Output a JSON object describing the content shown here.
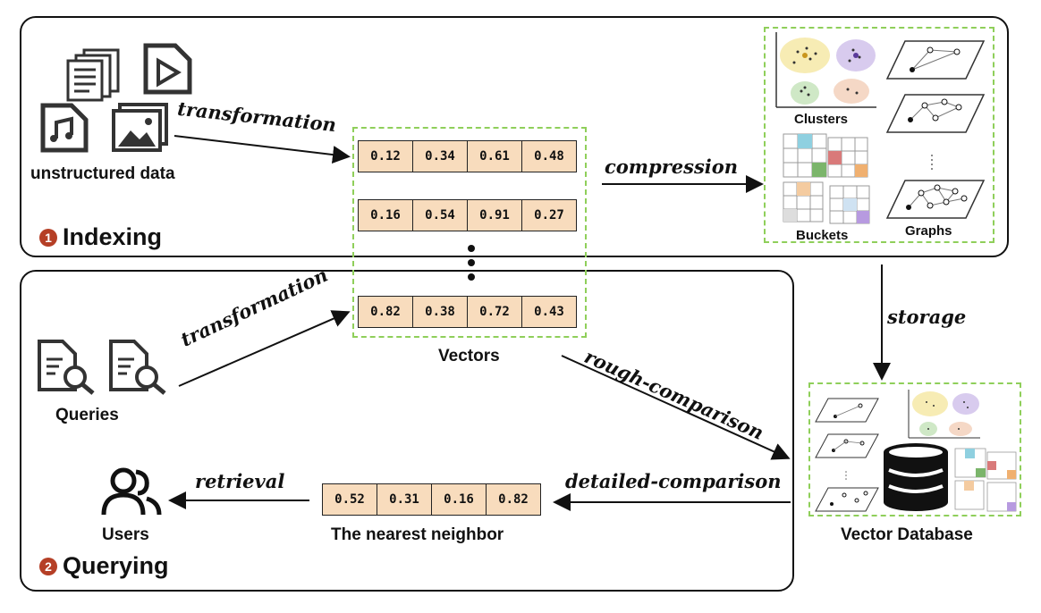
{
  "indexing": {
    "num": "1",
    "title": "Indexing"
  },
  "querying": {
    "num": "2",
    "title": "Querying"
  },
  "labels": {
    "unstructured": "unstructured data",
    "vectors": "Vectors",
    "queries": "Queries",
    "users": "Users",
    "nearest": "The nearest neighbor",
    "vector_db": "Vector Database",
    "clusters": "Clusters",
    "buckets": "Buckets",
    "graphs": "Graphs"
  },
  "operations": {
    "transformation_top": "transformation",
    "transformation_bottom": "transformation",
    "compression": "compression",
    "storage": "storage",
    "rough": "rough-comparison",
    "detailed": "detailed-comparison",
    "retrieval": "retrieval"
  },
  "vectors": [
    [
      "0.12",
      "0.34",
      "0.61",
      "0.48"
    ],
    [
      "0.16",
      "0.54",
      "0.91",
      "0.27"
    ],
    [
      "0.82",
      "0.38",
      "0.72",
      "0.43"
    ]
  ],
  "nearest_vector": [
    "0.52",
    "0.31",
    "0.16",
    "0.82"
  ],
  "colors": {
    "dash": "#8fcf5a",
    "vector_fill": "#f8dcbd",
    "badge": "#b53f26"
  }
}
